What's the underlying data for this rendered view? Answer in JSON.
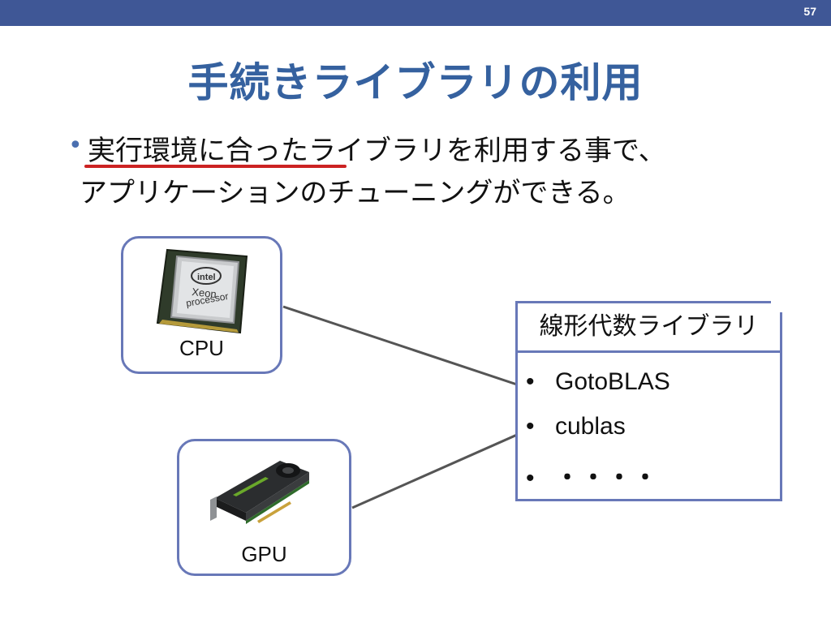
{
  "slide_number": "57",
  "title": "手続きライブラリの利用",
  "bullet": {
    "underlined_text": "実行環境に合った",
    "rest_text": "ライブラリを利用する事で、",
    "line2": "アプリケーションのチューニングができる。"
  },
  "hardware": {
    "cpu_label": "CPU",
    "gpu_label": "GPU",
    "cpu_chip_text": [
      "intel",
      "Xeon",
      "processor"
    ]
  },
  "library": {
    "header": "線形代数ライブラリ",
    "items": [
      "GotoBLAS",
      "cublas",
      "・・・・"
    ]
  },
  "colors": {
    "topbar": "#3f5796",
    "title": "#35619f",
    "box_border": "#6878b8",
    "underline": "#cc2222"
  }
}
